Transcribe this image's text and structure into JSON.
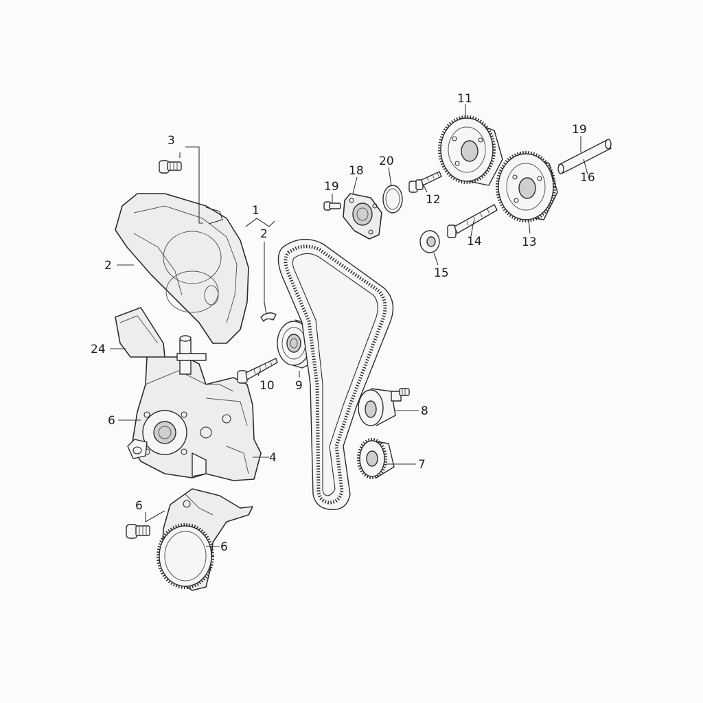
{
  "callouts": [
    {
      "id": "c1",
      "text": "1"
    },
    {
      "id": "c2a",
      "text": "2"
    },
    {
      "id": "c2b",
      "text": "2"
    },
    {
      "id": "c3",
      "text": "3"
    },
    {
      "id": "c4",
      "text": "4"
    },
    {
      "id": "c6a",
      "text": "6"
    },
    {
      "id": "c6b",
      "text": "6"
    },
    {
      "id": "c6c",
      "text": "6"
    },
    {
      "id": "c7",
      "text": "7"
    },
    {
      "id": "c8",
      "text": "8"
    },
    {
      "id": "c9",
      "text": "9"
    },
    {
      "id": "c10",
      "text": "10"
    },
    {
      "id": "c11",
      "text": "11"
    },
    {
      "id": "c12",
      "text": "12"
    },
    {
      "id": "c13",
      "text": "13"
    },
    {
      "id": "c14",
      "text": "14"
    },
    {
      "id": "c15",
      "text": "15"
    },
    {
      "id": "c16",
      "text": "16"
    },
    {
      "id": "c18",
      "text": "18"
    },
    {
      "id": "c19a",
      "text": "19"
    },
    {
      "id": "c19b",
      "text": "19"
    },
    {
      "id": "c20",
      "text": "20"
    },
    {
      "id": "c24",
      "text": "24"
    }
  ]
}
